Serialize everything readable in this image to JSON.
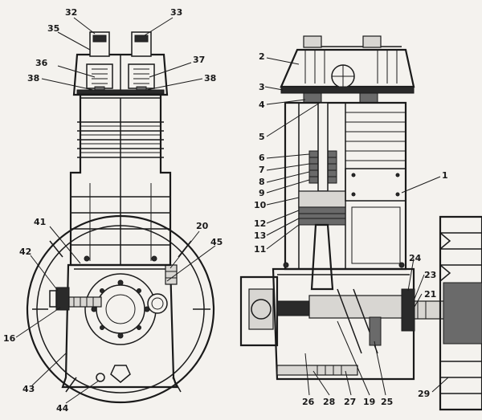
{
  "callouts": [
    {
      "id": "c32",
      "text": "32"
    },
    {
      "id": "c33",
      "text": "33"
    },
    {
      "id": "c35",
      "text": "35"
    },
    {
      "id": "c36",
      "text": "36"
    },
    {
      "id": "c37",
      "text": "37"
    },
    {
      "id": "c38a",
      "text": "38"
    },
    {
      "id": "c38b",
      "text": "38"
    },
    {
      "id": "c41",
      "text": "41"
    },
    {
      "id": "c42",
      "text": "42"
    },
    {
      "id": "c20",
      "text": "20"
    },
    {
      "id": "c45",
      "text": "45"
    },
    {
      "id": "c16",
      "text": "16"
    },
    {
      "id": "c43",
      "text": "43"
    },
    {
      "id": "c44",
      "text": "44"
    },
    {
      "id": "c2",
      "text": "2"
    },
    {
      "id": "c3",
      "text": "3"
    },
    {
      "id": "c4",
      "text": "4"
    },
    {
      "id": "c5",
      "text": "5"
    },
    {
      "id": "c6",
      "text": "6"
    },
    {
      "id": "c7",
      "text": "7"
    },
    {
      "id": "c8",
      "text": "8"
    },
    {
      "id": "c9",
      "text": "9"
    },
    {
      "id": "c10",
      "text": "10"
    },
    {
      "id": "c12",
      "text": "12"
    },
    {
      "id": "c13",
      "text": "13"
    },
    {
      "id": "c11",
      "text": "11"
    },
    {
      "id": "c1",
      "text": "1"
    },
    {
      "id": "c24",
      "text": "24"
    },
    {
      "id": "c23",
      "text": "23"
    },
    {
      "id": "c21",
      "text": "21"
    },
    {
      "id": "c26",
      "text": "26"
    },
    {
      "id": "c28",
      "text": "28"
    },
    {
      "id": "c27",
      "text": "27"
    },
    {
      "id": "c19",
      "text": "19"
    },
    {
      "id": "c25",
      "text": "25"
    },
    {
      "id": "c29",
      "text": "29"
    }
  ]
}
